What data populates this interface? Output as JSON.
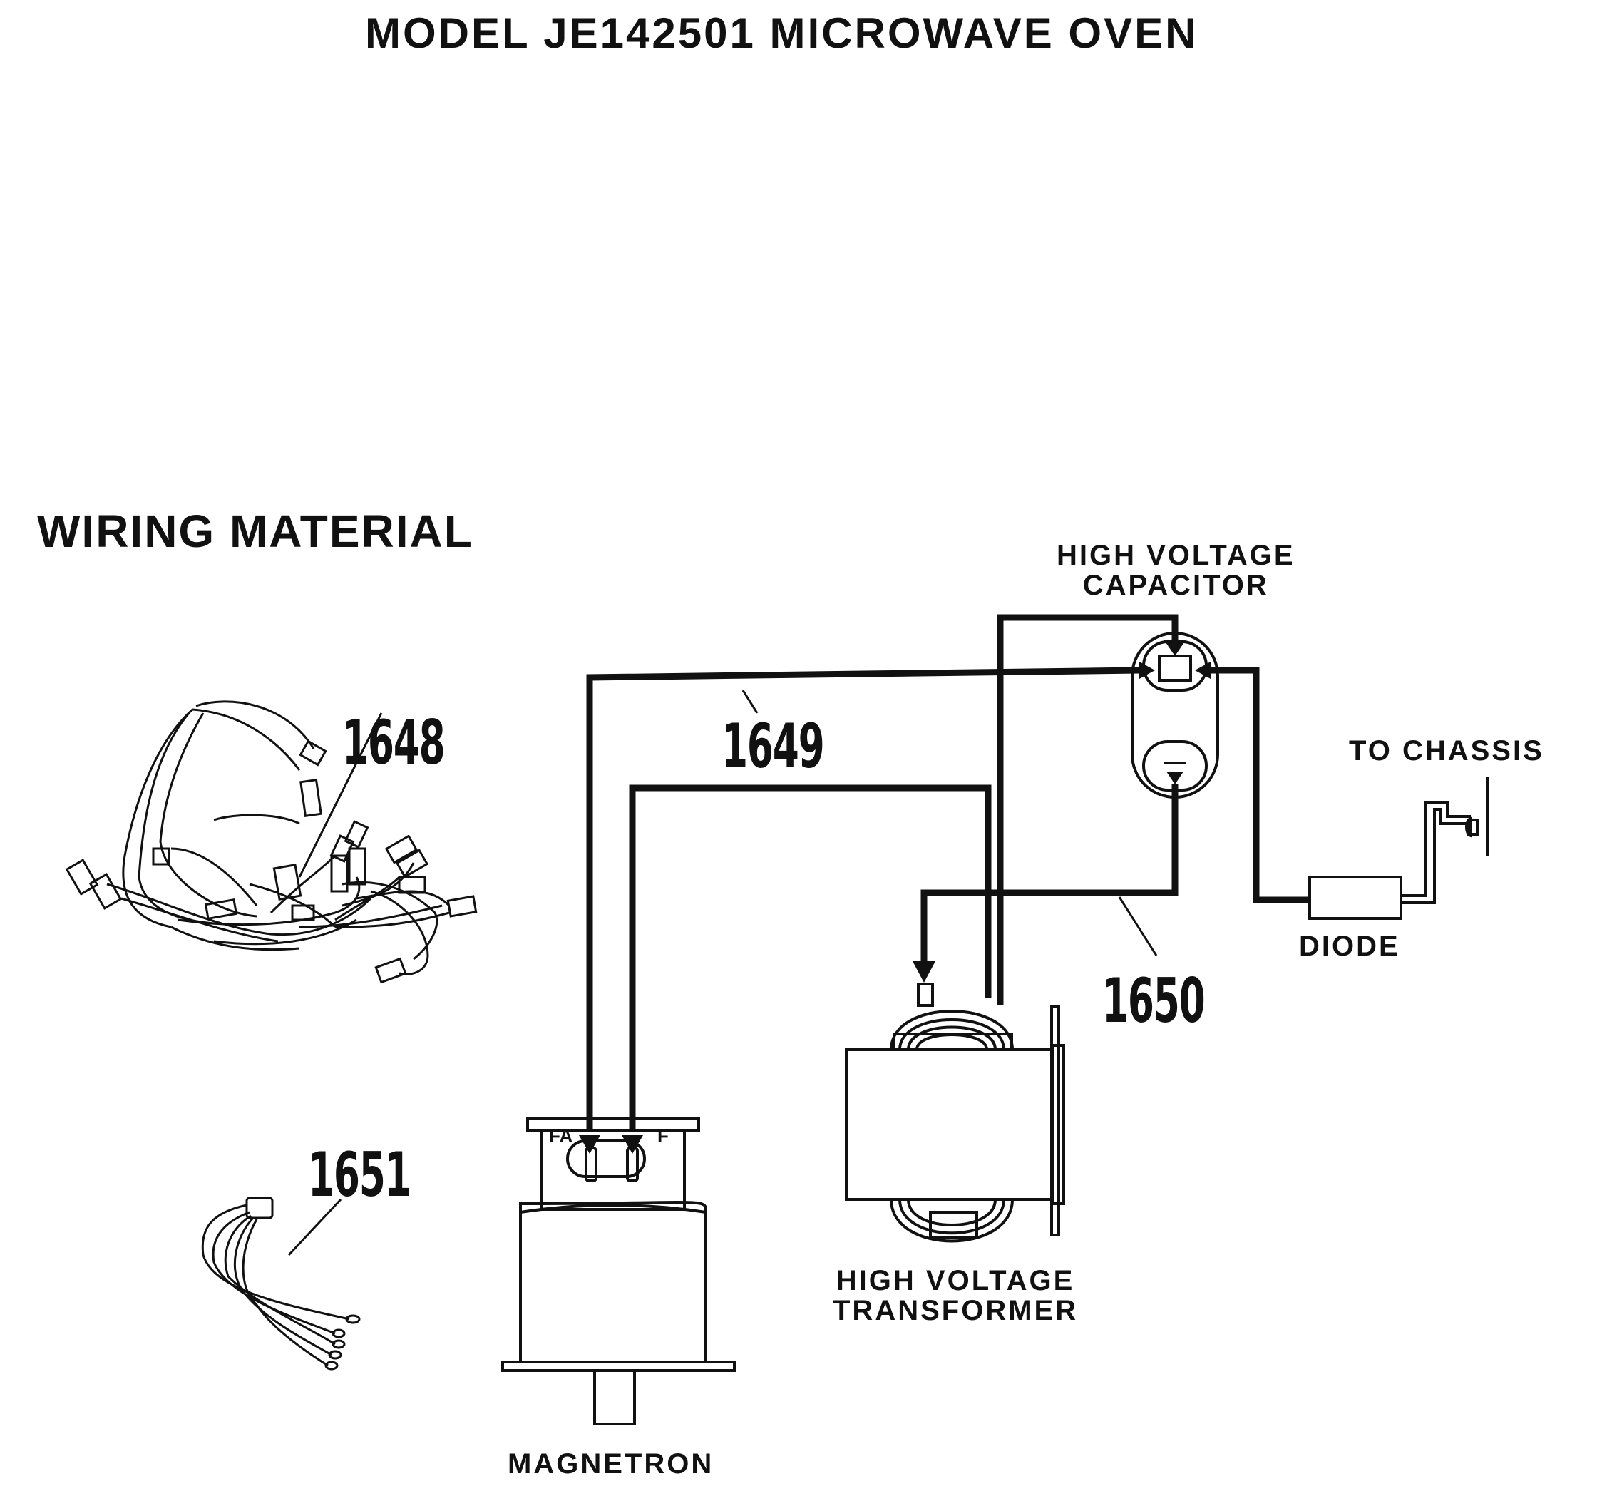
{
  "header": {
    "title": "MODEL JE142501 MICROWAVE OVEN",
    "section_title": "WIRING MATERIAL"
  },
  "components": {
    "capacitor": {
      "line1": "HIGH VOLTAGE",
      "line2": "CAPACITOR"
    },
    "transformer": {
      "line1": "HIGH VOLTAGE",
      "line2": "TRANSFORMER"
    },
    "magnetron": {
      "label": "MAGNETRON",
      "terminal_left": "FA",
      "terminal_right": "F"
    },
    "diode": {
      "label": "DIODE"
    },
    "chassis": {
      "label": "TO CHASSIS"
    }
  },
  "parts": {
    "p1648": "1648",
    "p1649": "1649",
    "p1650": "1650",
    "p1651": "1651"
  }
}
